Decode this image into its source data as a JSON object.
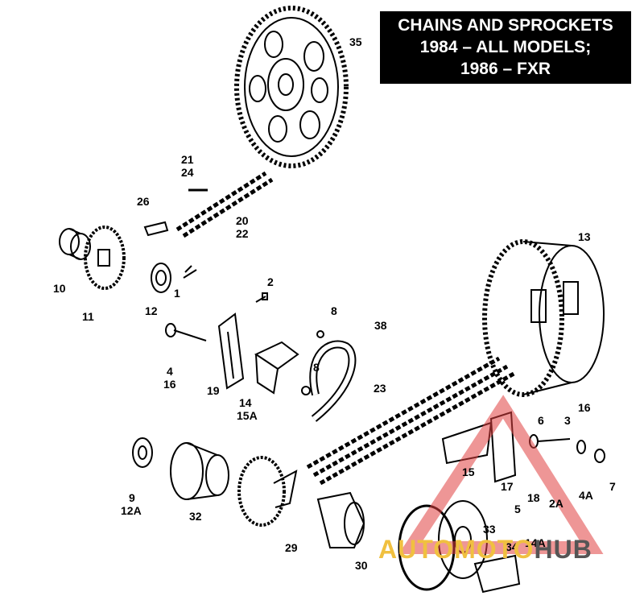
{
  "title": {
    "line1": "CHAINS AND SPROCKETS",
    "line2": "1984 – ALL MODELS;",
    "line3": "1986 – FXR"
  },
  "labels": {
    "n35": "35",
    "n21": "21",
    "n24": "24",
    "n26": "26",
    "n20": "20",
    "n22": "22",
    "n10": "10",
    "n11": "11",
    "n12": "12",
    "n1": "1",
    "n2": "2",
    "n13": "13",
    "n4": "4",
    "n16a": "16",
    "n19": "19",
    "n14": "14",
    "n15a": "15A",
    "n8a": "8",
    "n8b": "8",
    "n38": "38",
    "n23": "23",
    "n16b": "16",
    "n6": "6",
    "n3": "3",
    "n15": "15",
    "n17": "17",
    "n18": "18",
    "n4a": "4A",
    "n7": "7",
    "n2a": "2A",
    "n5": "5",
    "n14a": "14A",
    "n9": "9",
    "n12a": "12A",
    "n32": "32",
    "n29": "29",
    "n30": "30",
    "n33": "33",
    "n34": "34"
  },
  "watermark": {
    "part1": "AUTOMOTO",
    "part2": "HUB"
  },
  "colors": {
    "ink": "#000000",
    "watermark_red": "#e04040",
    "watermark_gold": "#f0c040",
    "watermark_gray": "#555555"
  }
}
